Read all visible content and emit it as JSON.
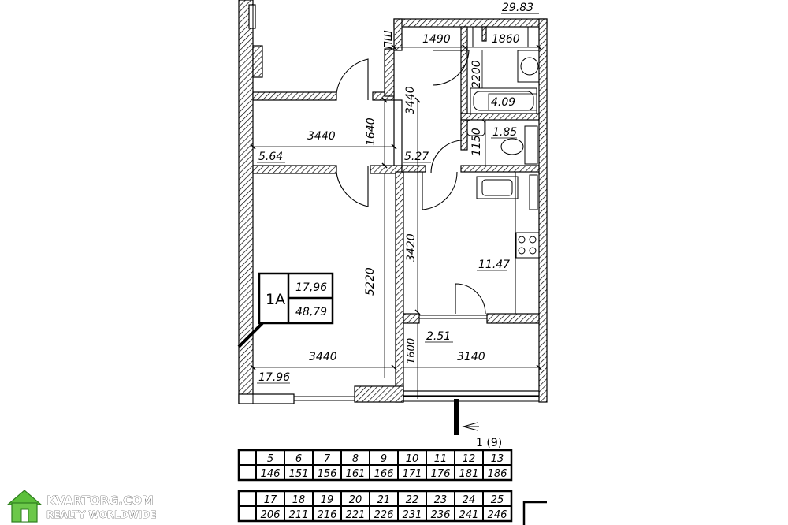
{
  "plan": {
    "total_area": "29.83",
    "shaft_label": "ПШ",
    "entrance_label": "1 (9)",
    "dimensions": {
      "d_1490": "1490",
      "d_1860": "1860",
      "d_2200": "2200",
      "d_3440_corridor_v": "3440",
      "d_3440_room_top": "3440",
      "d_1640": "1640",
      "d_1150": "1150",
      "d_3420": "3420",
      "d_5220": "5220",
      "d_3440_room_bottom": "3440",
      "d_1600": "1600",
      "d_3140": "3140"
    },
    "rooms": {
      "bath_area": "4.09",
      "wc_area": "1.85",
      "room_top_area": "5.64",
      "hall_area": "5.27",
      "kitchen_area": "11.47",
      "balcony_area": "2.51",
      "room_main_area": "17.96"
    },
    "apartment_tag": {
      "type": "1A",
      "living_area": "17,96",
      "total_area": "48,79"
    }
  },
  "floor_table": {
    "row1": [
      {
        "floor": "5",
        "num": "146"
      },
      {
        "floor": "6",
        "num": "151"
      },
      {
        "floor": "7",
        "num": "156"
      },
      {
        "floor": "8",
        "num": "161"
      },
      {
        "floor": "9",
        "num": "166"
      },
      {
        "floor": "10",
        "num": "171"
      },
      {
        "floor": "11",
        "num": "176"
      },
      {
        "floor": "12",
        "num": "181"
      },
      {
        "floor": "13",
        "num": "186"
      }
    ],
    "row2": [
      {
        "floor": "17",
        "num": "206"
      },
      {
        "floor": "18",
        "num": "211"
      },
      {
        "floor": "19",
        "num": "216"
      },
      {
        "floor": "20",
        "num": "221"
      },
      {
        "floor": "21",
        "num": "226"
      },
      {
        "floor": "22",
        "num": "231"
      },
      {
        "floor": "23",
        "num": "236"
      },
      {
        "floor": "24",
        "num": "241"
      },
      {
        "floor": "25",
        "num": "246"
      }
    ]
  },
  "watermark": {
    "brand": "KVARTORG.COM",
    "tagline": "REALTY WORLDWIDE"
  }
}
